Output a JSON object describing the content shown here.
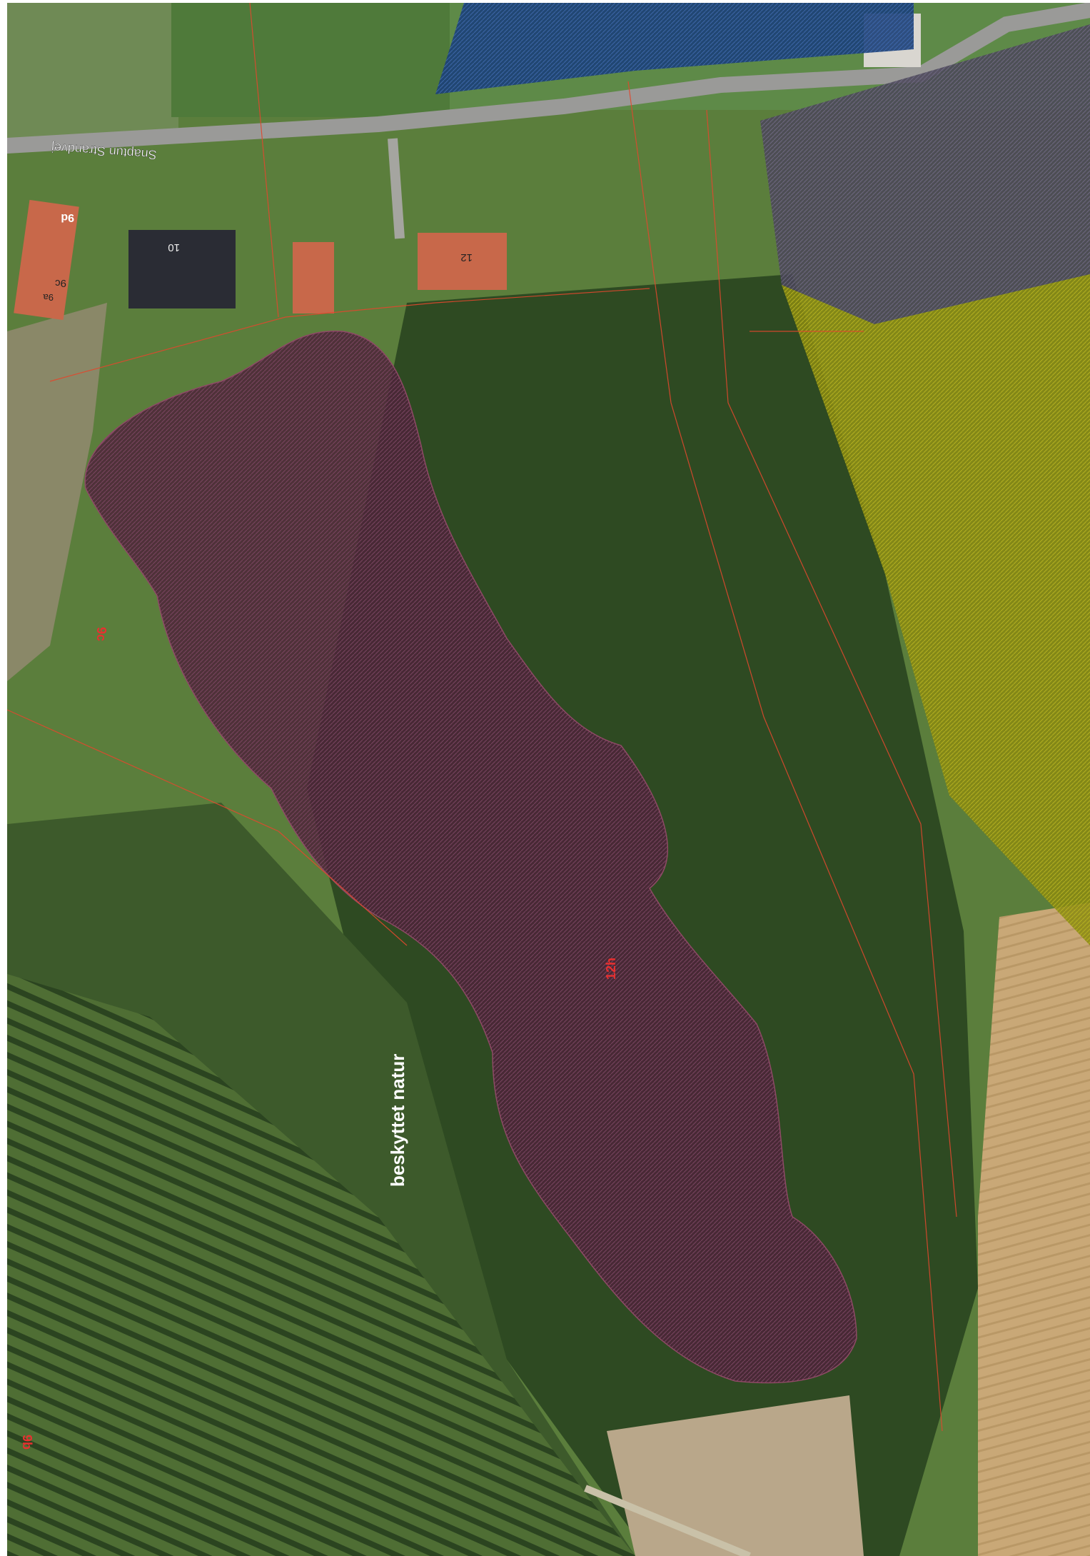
{
  "map": {
    "road_name": "Snaptun Strandvej",
    "house_numbers": [
      "9d",
      "9c",
      "10",
      "12",
      "9a"
    ],
    "parcel_labels": [
      "9c",
      "9b",
      "12h"
    ],
    "annotation": "beskyttet natur",
    "layers": [
      {
        "name": "protected-area",
        "color": "#5a2840"
      },
      {
        "name": "arable-field",
        "color": "#b8b000"
      },
      {
        "name": "built-zone",
        "color": "#55506a"
      },
      {
        "name": "water-zone",
        "color": "#1e4a8a"
      }
    ],
    "colors": {
      "forest": "#2e4a22",
      "grass": "#5b7e3c",
      "field": "#c9a877",
      "road": "#9a9a98",
      "cadastre_line": "#e0482e",
      "label_red": "#e83030",
      "label_white": "#ffffff"
    }
  }
}
